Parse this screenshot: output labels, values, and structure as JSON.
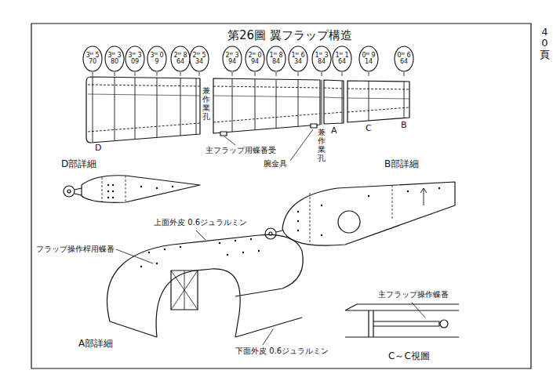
{
  "diagram": {
    "title": "第26圖 翼フラップ構造",
    "nodes": [
      {
        "text": [
          "3ᴹ 570"
        ]
      },
      {
        "text": [
          "3ᴹ 380"
        ]
      },
      {
        "text": [
          "3ᴹ 309"
        ]
      },
      {
        "text": [
          "3ᴹ 09"
        ]
      },
      {
        "text": [
          "2ᴹ 864"
        ]
      },
      {
        "text": [
          "2ᴹ 534"
        ]
      },
      {
        "text": [
          "2ᴹ 394"
        ]
      },
      {
        "text": [
          "2ᴹ 094"
        ]
      },
      {
        "text": [
          "1ᴹ 884"
        ]
      },
      {
        "text": [
          "1ᴹ 634"
        ]
      },
      {
        "text": [
          "1ᴹ 384"
        ]
      },
      {
        "text": [
          "1ᴹ 164"
        ]
      },
      {
        "text": [
          "0ᴹ 914"
        ]
      },
      {
        "text": [
          "0ᴹ 664"
        ]
      }
    ],
    "labels": [
      "40頁",
      "D",
      "兼作業孔",
      "主フラップ用蝶番受",
      "腕金具",
      "兼作業孔",
      "A",
      "C",
      "B",
      "D部詳細",
      "B部詳細",
      "上面外皮 0.6ジュラルミン",
      "フラップ操作桿用蝶番",
      "主フラップ操作蝶番",
      "A部詳細",
      "下面外皮 0.6ジュラルミン",
      "C～C視圖"
    ]
  }
}
